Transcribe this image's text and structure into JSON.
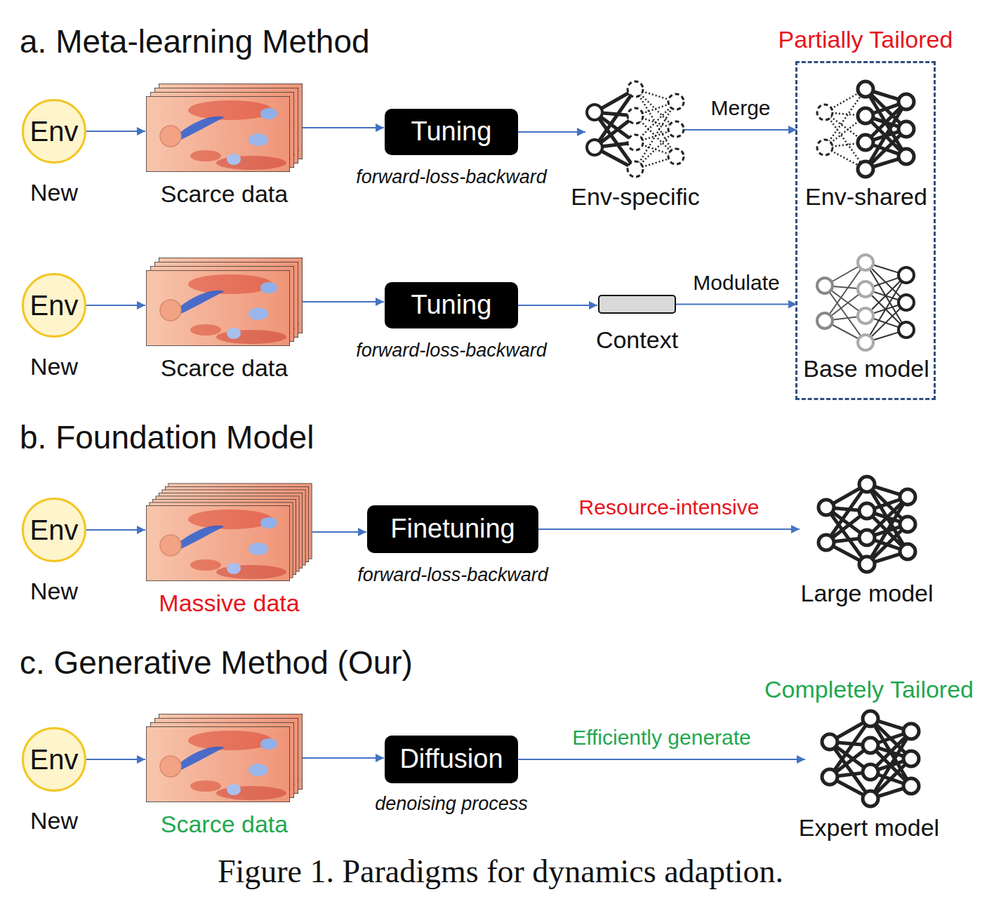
{
  "diagram": {
    "caption": "Figure 1. Paradigms for dynamics adaption.",
    "nodes": [
      {
        "text": [
          "Env",
          "New"
        ]
      },
      {
        "text": [
          "Scarce data"
        ]
      },
      {
        "text": [
          "Tuning",
          "forward-loss-backward"
        ]
      },
      {
        "text": [
          "Env-specific"
        ]
      },
      {
        "text": [
          "Partially Tailored"
        ]
      },
      {
        "text": [
          "Env-shared"
        ],
        "in": 4
      },
      {
        "text": [
          "Env",
          "New"
        ]
      },
      {
        "text": [
          "Scarce data"
        ]
      },
      {
        "text": [
          "Tuning",
          "forward-loss-backward"
        ]
      },
      {
        "text": [
          "Context"
        ]
      },
      {
        "text": [
          "Base model"
        ],
        "in": 4
      },
      {
        "text": [
          "Env",
          "New"
        ]
      },
      {
        "text": [
          "Massive data"
        ]
      },
      {
        "text": [
          "Finetuning",
          "forward-loss-backward"
        ]
      },
      {
        "text": [
          "Large model"
        ]
      },
      {
        "text": [
          "Env",
          "New"
        ]
      },
      {
        "text": [
          "Scarce data"
        ]
      },
      {
        "text": [
          "Diffusion",
          "denoising process"
        ]
      },
      {
        "text": [
          "Completely Tailored",
          "Expert model"
        ]
      }
    ],
    "edges": [
      {
        "from": 0,
        "to": 1,
        "arrow": "to"
      },
      {
        "from": 1,
        "to": 2,
        "arrow": "to"
      },
      {
        "from": 2,
        "to": 3,
        "arrow": "to"
      },
      {
        "from": 3,
        "to": 5,
        "label": "Merge",
        "arrow": "to"
      },
      {
        "from": 6,
        "to": 7,
        "arrow": "to"
      },
      {
        "from": 7,
        "to": 8,
        "arrow": "to"
      },
      {
        "from": 8,
        "to": 9,
        "arrow": "to"
      },
      {
        "from": 9,
        "to": 10,
        "label": "Modulate",
        "arrow": "to"
      },
      {
        "from": 11,
        "to": 12,
        "arrow": "to"
      },
      {
        "from": 12,
        "to": 13,
        "arrow": "to"
      },
      {
        "from": 13,
        "to": 14,
        "label": "Resource-intensive",
        "arrow": "to"
      },
      {
        "from": 15,
        "to": 16,
        "arrow": "to"
      },
      {
        "from": 16,
        "to": 17,
        "arrow": "to"
      },
      {
        "from": 17,
        "to": 18,
        "label": "Efficiently generate",
        "arrow": "to"
      }
    ],
    "labels": [
      "a. Meta-learning Method",
      "b. Foundation Model",
      "c. Generative Method (Our)"
    ]
  }
}
